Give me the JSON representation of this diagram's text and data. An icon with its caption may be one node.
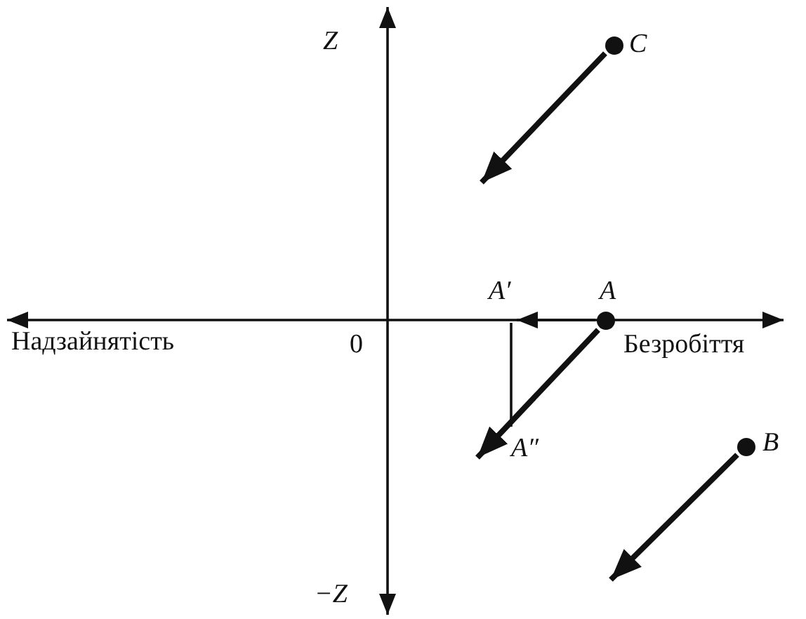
{
  "diagram": {
    "nodes": [
      {
        "text": [
          "C"
        ]
      },
      {
        "text": [
          "A′"
        ]
      },
      {
        "text": [
          "A"
        ]
      },
      {
        "text": [
          "A″"
        ]
      },
      {
        "text": [
          "B"
        ]
      }
    ],
    "edges": [
      {
        "from": 0,
        "to": null,
        "arrow": "to"
      },
      {
        "from": 2,
        "to": 1,
        "arrow": "to"
      },
      {
        "from": 2,
        "to": 3,
        "arrow": "to"
      },
      {
        "from": 1,
        "to": 3,
        "arrow": "none"
      },
      {
        "from": 4,
        "to": null,
        "arrow": "to"
      }
    ],
    "labels": [
      "Z",
      "Надзайнятість",
      "0",
      "Безробіття",
      "−Z"
    ]
  }
}
